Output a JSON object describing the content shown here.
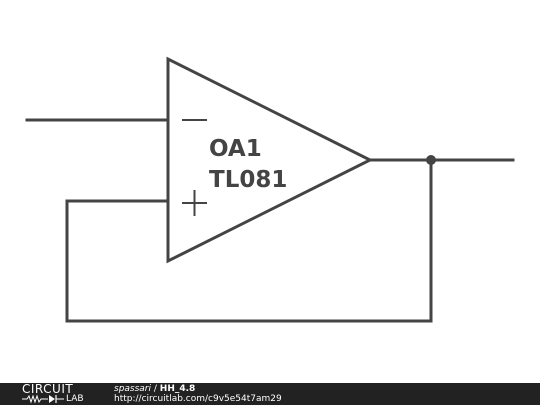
{
  "schematic": {
    "component": {
      "designator": "OA1",
      "part_number": "TL081",
      "inverting_input_symbol": "−",
      "noninverting_input_symbol": "+"
    },
    "colors": {
      "line": "#444444",
      "background": "#ffffff",
      "footer": "#222222"
    }
  },
  "footer": {
    "logo_top": "CIRCUIT",
    "logo_bottom": "LAB",
    "author": "spassari",
    "separator": " / ",
    "circuit_name": "HH_4.8",
    "url": "http://circuitlab.com/c9v5e54t7am29"
  }
}
